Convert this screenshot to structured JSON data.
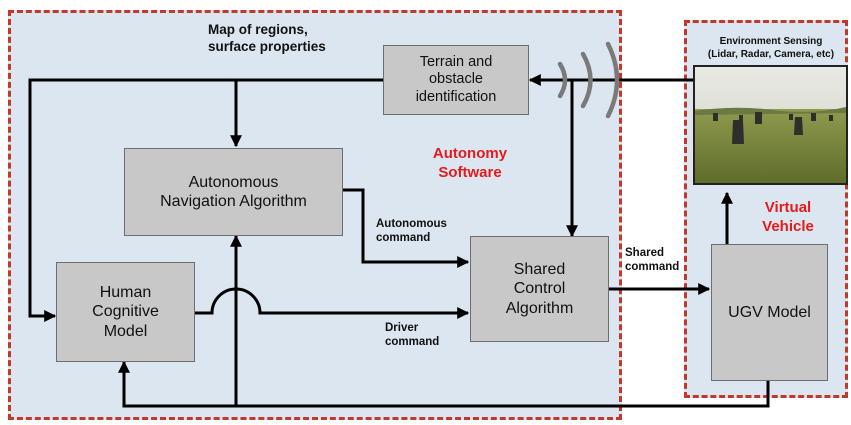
{
  "regions": {
    "autonomy_software": "Autonomy\nSoftware",
    "virtual_vehicle": "Virtual\nVehicle"
  },
  "blocks": {
    "terrain": "Terrain and\nobstacle\nidentification",
    "nav": "Autonomous\nNavigation Algorithm",
    "human": "Human\nCognitive\nModel",
    "shared": "Shared\nControl\nAlgorithm",
    "ugv": "UGV Model"
  },
  "labels": {
    "map": "Map of regions,\nsurface properties",
    "env": "Environment Sensing\n(Lidar, Radar, Camera, etc)",
    "autonomous_command": "Autonomous\ncommand",
    "driver_command": "Driver\ncommand",
    "shared_command": "Shared\ncommand"
  },
  "colors": {
    "dashed_border": "#c0392b",
    "region_fill": "#dce6f1",
    "block_fill": "#c8c8c8",
    "accent_text": "#e41b1b"
  }
}
